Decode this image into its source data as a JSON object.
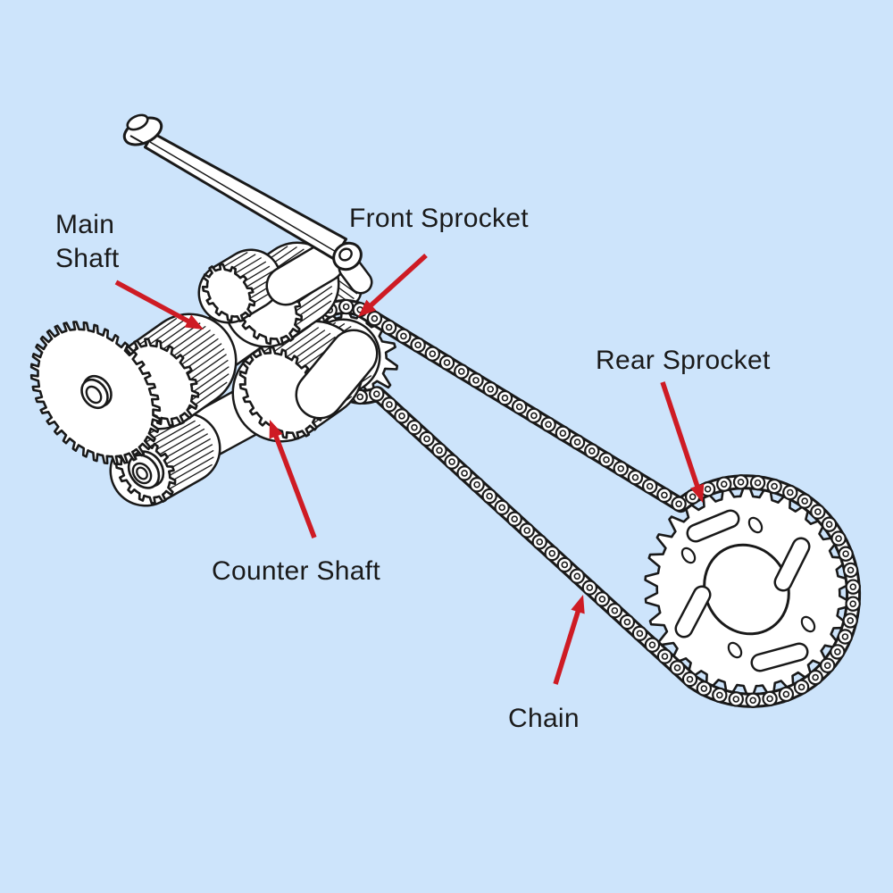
{
  "diagram_subject": "Motorcycle drive train",
  "colors": {
    "background": "#cde4fb",
    "line": "#191919",
    "surface": "#ffffff",
    "arrow": "#ce1b24",
    "label_text": "#1a1a1a"
  },
  "callouts": [
    {
      "id": "main-shaft",
      "label": "Main\nShaft"
    },
    {
      "id": "front-sprocket",
      "label": "Front Sprocket"
    },
    {
      "id": "rear-sprocket",
      "label": "Rear Sprocket"
    },
    {
      "id": "counter-shaft",
      "label": "Counter Shaft"
    },
    {
      "id": "chain",
      "label": "Chain"
    }
  ]
}
